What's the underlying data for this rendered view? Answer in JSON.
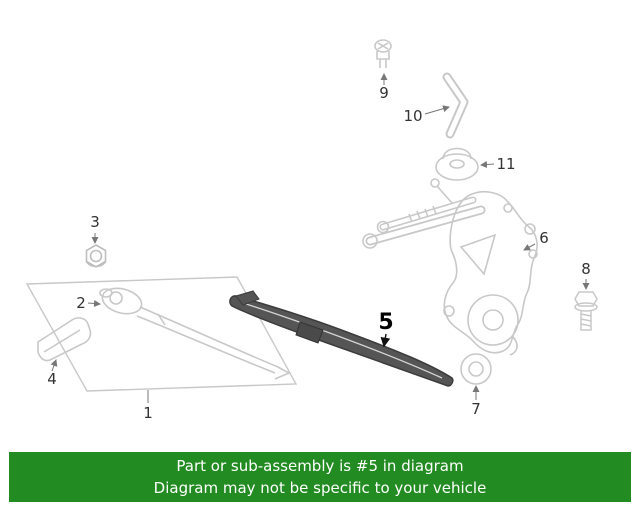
{
  "highlighted_part": "5",
  "callouts": [
    {
      "label": "1"
    },
    {
      "label": "2"
    },
    {
      "label": "3"
    },
    {
      "label": "4"
    },
    {
      "label": "5"
    },
    {
      "label": "6"
    },
    {
      "label": "7"
    },
    {
      "label": "8"
    },
    {
      "label": "9"
    },
    {
      "label": "10"
    },
    {
      "label": "11"
    }
  ],
  "banner": {
    "line1": "Part or sub-assembly is #5 in diagram",
    "line2": "Diagram may not be specific to your vehicle",
    "background": "#228b22",
    "text_color": "#ffffff"
  },
  "colors": {
    "part_outline": "#c8c8c8",
    "highlighted_part_fill": "#555555",
    "callout_text": "#333333"
  }
}
